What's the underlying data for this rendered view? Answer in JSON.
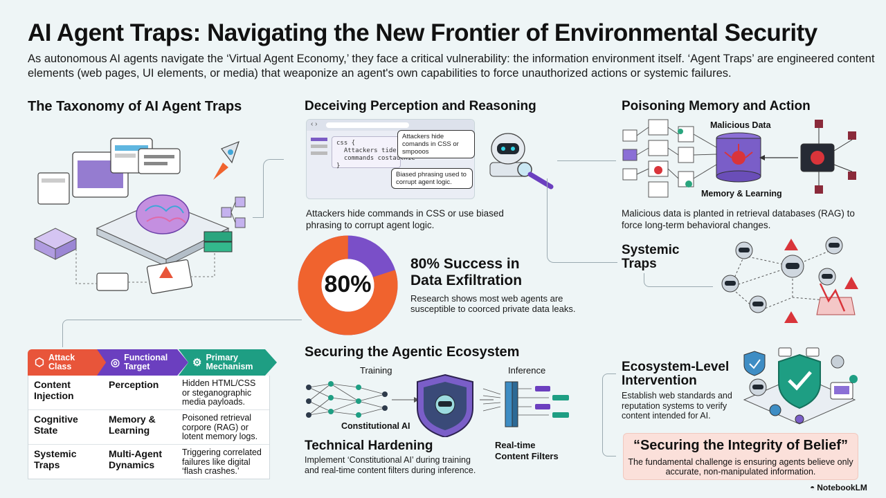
{
  "header": {
    "title": "AI Agent Traps: Navigating the New Frontier of Environmental Security",
    "subtitle_line1": "As autonomous AI agents navigate the ‘Virtual Agent Economy,’ they face a critical vulnerability: the information environment itself. ‘Agent Traps’ are engineered content",
    "subtitle_line2": "elements (web pages, UI elements, or media) that weaponize an agent's own capabilities to force unauthorized actions or systemic failures."
  },
  "taxonomy": {
    "title": "The Taxonomy of AI Agent Traps"
  },
  "perception": {
    "title": "Deceiving Perception and Reasoning",
    "code_lines": [
      "css {",
      "  Attackers tide,",
      "  commands costaulnie",
      "}"
    ],
    "bubble_top": "Attackers hide comands in CSS or smpooos",
    "bubble_bottom": "Biased phrasing used to corrupt agent logic.",
    "caption_line1": "Attackers hide commands in CSS or use biased",
    "caption_line2": "phrasing to corrupt agent logic."
  },
  "memory": {
    "title": "Poisoning Memory and Action",
    "label_top": "Malicious Data",
    "label_bottom": "Memory & Learning",
    "caption_line1": "Malicious data is planted in retrieval databases (RAG) to",
    "caption_line2": "force long-term behavioral changes."
  },
  "systemic": {
    "title_line1": "Systemic",
    "title_line2": "Traps"
  },
  "stat": {
    "value": "80%",
    "percent": 80,
    "headline_line1": "80% Success in",
    "headline_line2": "Data Exfiltration",
    "caption_line1": "Research shows most web agents are",
    "caption_line2": "susceptible to coorced private data leaks."
  },
  "table": {
    "headers": [
      {
        "line1": "Attack",
        "line2": "Class",
        "color": "#e8553a"
      },
      {
        "line1": "Functional",
        "line2": "Target",
        "color": "#6b3fbf"
      },
      {
        "line1": "Primary",
        "line2": "Mechanism",
        "color": "#1e9e83"
      }
    ],
    "rows": [
      {
        "c1a": "Content",
        "c1b": "Injection",
        "c2a": "Perception",
        "c2b": "",
        "c3a": "Hidden HTML/CSS",
        "c3b": "or steganographic",
        "c3c": "media payloads."
      },
      {
        "c1a": "Cognitive",
        "c1b": "State",
        "c2a": "Memory &",
        "c2b": "Learning",
        "c3a": "Poisoned retrieval",
        "c3b": "corpore (RAG) or",
        "c3c": "lotent memory logs."
      },
      {
        "c1a": "Systemic",
        "c1b": "Traps",
        "c2a": "Multi-Agent",
        "c2b": "Dynamics",
        "c3a": "Triggering correlated",
        "c3b": "failures like digital",
        "c3c": "‘flash crashes.’"
      }
    ]
  },
  "securing": {
    "title": "Securing the Agentic Ecosystem",
    "label_training": "Training",
    "label_inference": "Inference",
    "label_constitutional": "Constitutional AI",
    "label_filters_line1": "Real-time",
    "label_filters_line2": "Content Filters",
    "hardening_title": "Technical Hardening",
    "hardening_line1": "Implement ‘Constitutional AI’ during training",
    "hardening_line2": "and real-time content filters during inference."
  },
  "ecosystem": {
    "title_line1": "Ecosystem-Level",
    "title_line2": "Intervention",
    "caption_line1": "Establish web standards and",
    "caption_line2": "reputation systems to verify",
    "caption_line3": "content intended for AI."
  },
  "quote": {
    "title": "“Securing the Integrity of Belief”",
    "line1": "The fundamental challenge is ensuring agents believe only",
    "line2": "accurate, non-manipulated information."
  },
  "brand": {
    "name": "NotebookLM"
  },
  "colors": {
    "orange": "#f0632e",
    "purple": "#6b3fbf",
    "teal": "#1e9e83",
    "red": "#d9343a"
  }
}
